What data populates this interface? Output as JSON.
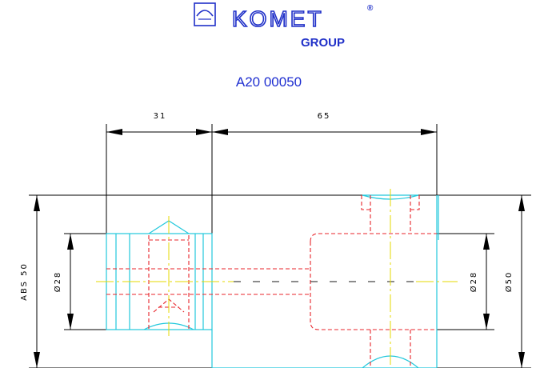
{
  "logo": {
    "wordmark": "KOMET",
    "registered": "®",
    "subline": "GROUP",
    "color": "#2030c8"
  },
  "part_number": "A20 00050",
  "dimensions": {
    "length_left": "31",
    "length_right": "65",
    "overall_height": "ABS 50",
    "dia_left": "Ø28",
    "dia_right_inner": "Ø28",
    "dia_right_outer": "Ø50"
  },
  "colors": {
    "outline": "#22c8dc",
    "hidden_lines": "#e8252b",
    "center_lines": "#e4d800",
    "dimension_lines": "#000000"
  }
}
